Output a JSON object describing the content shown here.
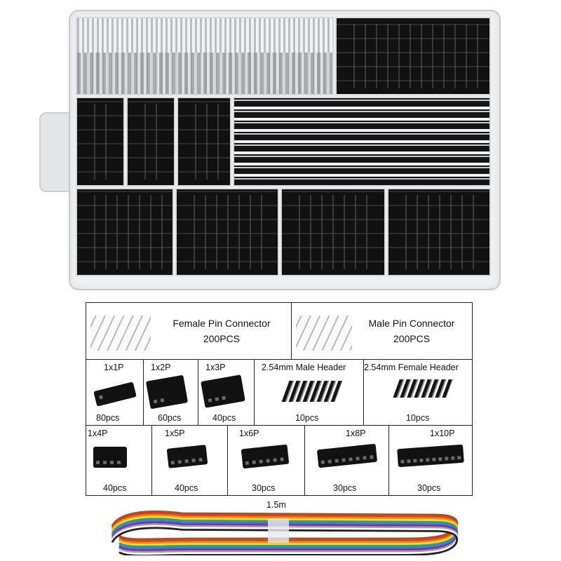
{
  "product_table": {
    "female_pin": {
      "name": "Female Pin Connector",
      "qty": "200PCS"
    },
    "male_pin": {
      "name": "Male Pin Connector",
      "qty": "200PCS"
    },
    "row2": [
      {
        "label": "1x1P",
        "qty": "80pcs"
      },
      {
        "label": "1x2P",
        "qty": "60pcs"
      },
      {
        "label": "1x3P",
        "qty": "40pcs"
      },
      {
        "label": "2.54mm Male Header",
        "qty": "10pcs"
      },
      {
        "label": "2.54mm Female Header",
        "qty": "10pcs"
      }
    ],
    "row3": [
      {
        "label": "1x4P",
        "qty": "40pcs"
      },
      {
        "label": "1x5P",
        "qty": "40pcs"
      },
      {
        "label": "1x6P",
        "qty": "30pcs"
      },
      {
        "label": "1x8P",
        "qty": "30pcs"
      },
      {
        "label": "1x10P",
        "qty": "30pcs"
      }
    ]
  },
  "cable": {
    "length": "1.5m",
    "colors": [
      "#8b5a2b",
      "#e53935",
      "#fb8c00",
      "#fdd835",
      "#43a047",
      "#1e88e5",
      "#8e24aa",
      "#9e9e9e",
      "#ffffff",
      "#212121"
    ]
  },
  "colors": {
    "connector_black": "#111111",
    "pin_silver": "#b9bcc0",
    "box_clear": "#eef0f2"
  }
}
